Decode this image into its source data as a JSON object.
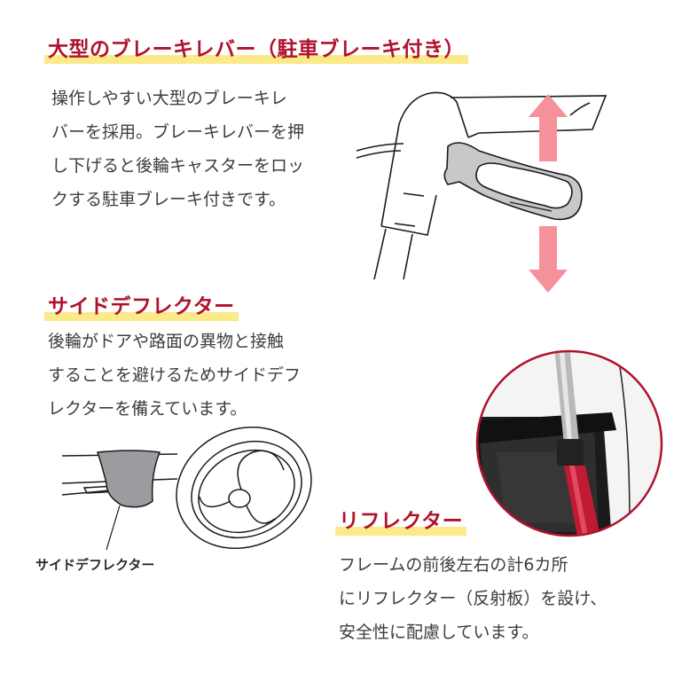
{
  "sections": {
    "brake": {
      "heading": "大型のブレーキレバー（駐車ブレーキ付き）",
      "lines": [
        "操作しやすい大型のブレーキレ",
        "バーを採用。ブレーキレバーを押",
        "し下げると後輪キャスターをロッ",
        "クする駐車ブレーキ付きです。"
      ]
    },
    "deflector": {
      "heading": "サイドデフレクター",
      "lines": [
        "後輪がドアや路面の異物と接触",
        "することを避けるためサイドデフ",
        "レクターを備えています。"
      ],
      "caption": "サイドデフレクター"
    },
    "reflector": {
      "heading": "リフレクター",
      "lines": [
        "フレームの前後左右の計6カ所",
        "にリフレクター（反射板）を設け、",
        "安全性に配慮しています。"
      ]
    }
  },
  "colors": {
    "heading": "#b0122c",
    "highlight": "#fbe98a",
    "arrow": "#f4919a",
    "lever_gray": "#c8c8c8",
    "photo_ring": "#b0122c"
  }
}
